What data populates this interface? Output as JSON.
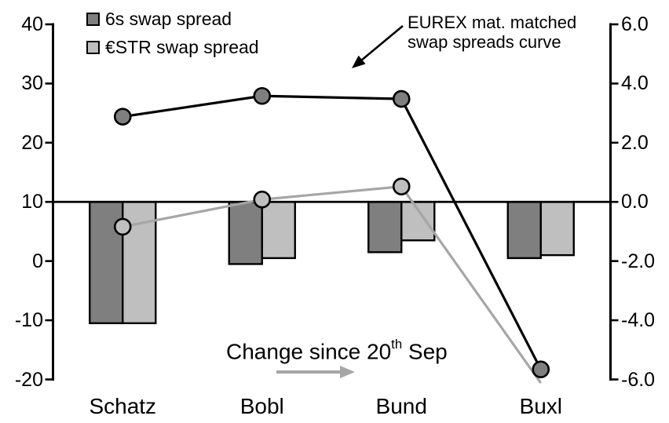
{
  "chart_data": {
    "type": "combo_bar_line",
    "title": "",
    "categories": [
      "Schatz",
      "Bobl",
      "Bund",
      "Buxl"
    ],
    "left_axis": {
      "min": -20,
      "max": 40,
      "tick_values": [
        40,
        30,
        20,
        10,
        0,
        -10,
        -20
      ],
      "tick_labels": [
        "40",
        "30",
        "20",
        "10",
        "0",
        "-10",
        "-20"
      ]
    },
    "right_axis": {
      "min": -6.0,
      "max": 6.0,
      "tick_values": [
        6,
        4,
        2,
        0,
        -2,
        -4,
        -6
      ],
      "tick_labels": [
        "6.0",
        "4.0",
        "2.0",
        "0.0",
        "-2.0",
        "-4.0",
        "-6.0"
      ]
    },
    "baseline": {
      "left_value": 10,
      "right_value": 0.0
    },
    "grid": false,
    "legend_position": "top-left",
    "bar_series": [
      {
        "name": "6s swap spread",
        "axis": "right",
        "fill": "#7f7f7f",
        "stroke": "#000000",
        "values": [
          -4.1,
          -2.1,
          -1.7,
          -1.9
        ]
      },
      {
        "name": "ESTR swap spread",
        "axis": "right",
        "fill": "#bfbfbf",
        "stroke": "#000000",
        "values": [
          -4.1,
          -1.9,
          -1.3,
          -1.8
        ]
      }
    ],
    "line_series": [
      {
        "name": "ESTR swap spread curve",
        "axis": "left",
        "line_color": "#a6a6a6",
        "marker_fill": "#bfbfbf",
        "marker_stroke": "#000000",
        "values": [
          5.8,
          10.4,
          12.6,
          -20.6
        ],
        "marker_visible": [
          true,
          true,
          true,
          false
        ]
      },
      {
        "name": "6s swap spread curve",
        "axis": "left",
        "line_color": "#000000",
        "marker_fill": "#7f7f7f",
        "marker_stroke": "#000000",
        "values": [
          24.4,
          27.9,
          27.4,
          -18.3
        ],
        "marker_visible": [
          true,
          true,
          true,
          true
        ]
      }
    ],
    "legend": {
      "items": [
        {
          "label": "6s swap spread",
          "swatch": "#7f7f7f"
        },
        {
          "label": "€STR swap spread",
          "swatch": "#bfbfbf"
        }
      ]
    },
    "annotations": {
      "curve_label_line1": "EUREX mat. matched",
      "curve_label_line2": "swap spreads curve",
      "change_note": {
        "before_sup": "Change since 20",
        "sup": "th",
        "after_sup": " Sep"
      }
    }
  }
}
